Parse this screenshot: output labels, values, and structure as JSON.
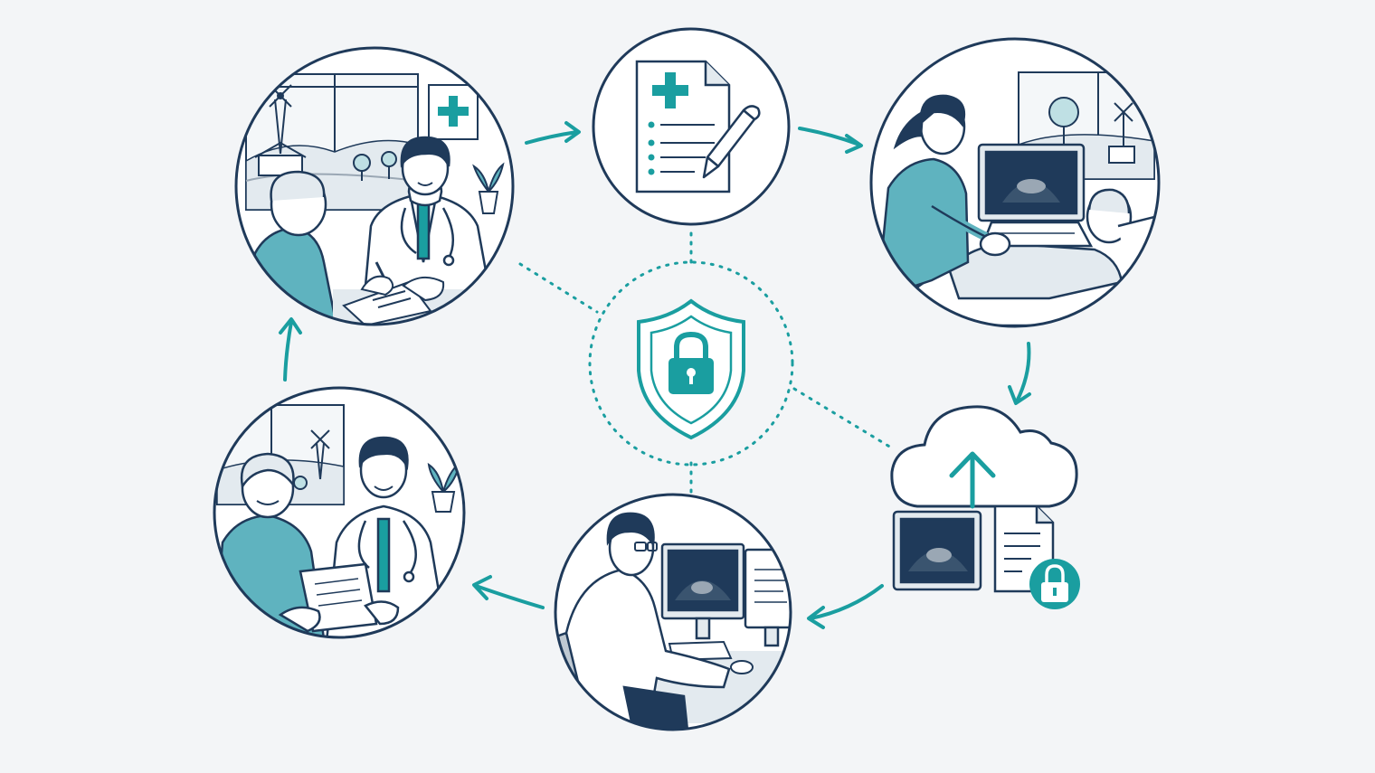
{
  "colors": {
    "navy": "#1f3a5a",
    "teal": "#1a9ea0",
    "teal_light": "#5fb3bf",
    "teal_pale": "#bfe0e4",
    "background": "#f3f5f7",
    "paper": "#ffffff",
    "skin": "#ffffff",
    "grey": "#9aa7b4"
  },
  "nodes": [
    {
      "id": "consultation",
      "icons": [
        "doctor",
        "patient",
        "clipboard",
        "window-windmill",
        "medical-cross-sign",
        "plant"
      ]
    },
    {
      "id": "referral-form",
      "icons": [
        "document",
        "medical-cross",
        "pen"
      ]
    },
    {
      "id": "ultrasound-scan",
      "icons": [
        "sonographer",
        "patient-lying",
        "ultrasound-monitor",
        "window-tree"
      ]
    },
    {
      "id": "secure-cloud-upload",
      "icons": [
        "cloud",
        "upload-arrow",
        "ultrasound-image",
        "report-document",
        "lock"
      ]
    },
    {
      "id": "radiologist-review",
      "icons": [
        "radiologist",
        "monitor-scan",
        "monitor-report",
        "keyboard",
        "chair"
      ]
    },
    {
      "id": "results-discussion",
      "icons": [
        "doctor",
        "patient",
        "report-paper",
        "window-windmill",
        "plant"
      ]
    }
  ],
  "center": {
    "icon": "shield-lock"
  },
  "flow": [
    [
      "consultation",
      "referral-form"
    ],
    [
      "referral-form",
      "ultrasound-scan"
    ],
    [
      "ultrasound-scan",
      "secure-cloud-upload"
    ],
    [
      "secure-cloud-upload",
      "radiologist-review"
    ],
    [
      "radiologist-review",
      "results-discussion"
    ],
    [
      "results-discussion",
      "consultation"
    ]
  ]
}
